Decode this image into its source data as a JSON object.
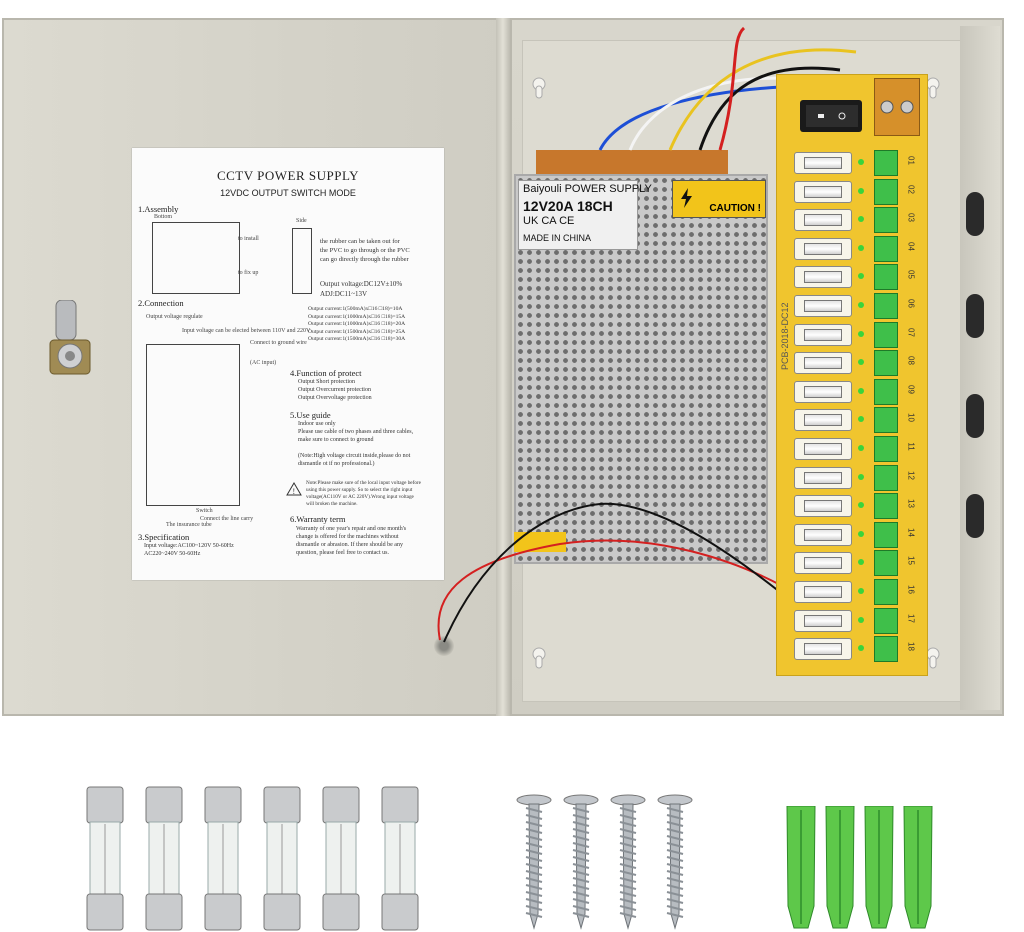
{
  "manual": {
    "title": "CCTV POWER SUPPLY",
    "subtitle": "12VDC  OUTPUT SWITCH MODE",
    "section_assembly": "1.Assembly",
    "bottom": "Bottom",
    "side": "Side",
    "to_install": "to install",
    "to_fix_up": "to fix up",
    "rubber_note": "the rubber can be taken out for\nthe PVC to go through or the PVC\ncan go directly through the rubber",
    "output_voltage": "Output voltage:DC12V±10%",
    "adj": "ADJ:DC11~13V",
    "output_currents": "Output current:1(500mA)x□16 □18)=10A\nOutput current:1(1000mA)x□16 □18)=15A\nOutput current:1(1000mA)x□16 □18)=20A\nOutput current:1(1500mA)x□16 □18)=25A\nOutput current:1(1500mA)x□16 □18)=30A",
    "section_connection": "2.Connection",
    "conn_adjust": "Output voltage regulate",
    "conn_input": "Input voltage can be elected\nbetween 110V and 220V",
    "conn_ground": "Connect to\nground wire",
    "conn_ac": "(AC input)",
    "conn_switch": "Switch",
    "conn_tube": "The insurance tube",
    "conn_carry": "Connect the line carry",
    "section_protect": "4.Function of protect",
    "protect_list": "Output Short protection\nOutput Overcurrent protection\nOutput Overvoltage protection",
    "section_use": "5.Use guide",
    "use_text": "Indoor use only\nPlease use cable of two phases and three cables,\nmake sure to connect to ground",
    "use_note": "(Note:High voltage circuit inside,please do not\ndismantle ot if no professional.)",
    "warning_text": "Note:Please make sure of the local input voltage before\nusing this power supply. So to select the right input\nvoltage(AC110V or AC 220V).Wrong input voltage\nwill broken the machine.",
    "section_spec": "3.Specification",
    "spec_text": "Input voltage:AC100~120V  50-60Hz\n               AC220~240V  50-60Hz",
    "section_warranty": "6.Warranty term",
    "warranty_text": "Warranty of one year's repair and one month's\nchange is offered for the machines without\ndismantle or abrasion. If there should be any\nquestion, please feel free to contact us."
  },
  "psu_label": {
    "brand": "Baiyouli POWER SUPPLY",
    "model": "12V20A 18CH",
    "marks": "UK CA   CE",
    "origin": "MADE IN CHINA"
  },
  "caution_label": "CAUTION !",
  "board": {
    "part_number": "PCB-2018-DC12",
    "channels": [
      "01",
      "02",
      "03",
      "04",
      "05",
      "06",
      "07",
      "08",
      "09",
      "10",
      "11",
      "12",
      "13",
      "14",
      "15",
      "16",
      "17",
      "18"
    ]
  },
  "accessories": {
    "fuses": 6,
    "screws": 4,
    "anchors": 4
  },
  "colors": {
    "enclosure": "#d6d4ca",
    "board": "#f0c52e",
    "terminal_green": "#3fbf4a",
    "anchor_green": "#5ec84a",
    "psu_terminal": "#c7772c"
  }
}
